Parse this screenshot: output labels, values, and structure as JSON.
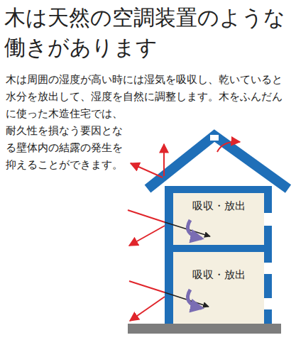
{
  "diagram": {
    "title": "木は天然の空調装置のような働きがあります",
    "nodes": [
      {
        "text": [
          "吸収・放出"
        ]
      },
      {
        "text": [
          "吸収・放出"
        ]
      }
    ],
    "labels": [
      "木は周囲の湿度が高い時には湿気を吸収し、乾いていると水分を放出して、湿度を自然に調整します。木をふんだんに使った木造住宅では、耐久性を損なう要因となる壁体内の結露の発生を抑えることができます。"
    ]
  }
}
